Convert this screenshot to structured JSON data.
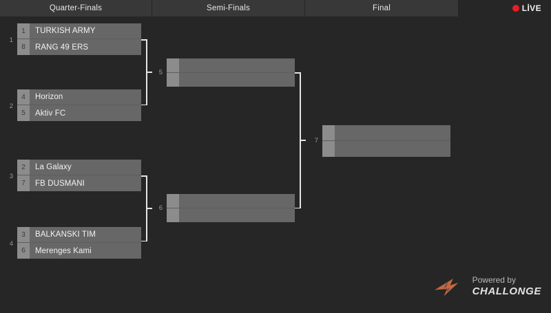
{
  "header": {
    "rounds": [
      {
        "label": "Quarter-Finals"
      },
      {
        "label": "Semi-Finals"
      },
      {
        "label": "Final"
      }
    ],
    "live": {
      "label": "LİVE",
      "dot_color": "#e81e20"
    }
  },
  "bracket": {
    "quarter_finals": [
      {
        "number": "1",
        "slots": [
          {
            "seed": "1",
            "team": "TURKISH ARMY"
          },
          {
            "seed": "8",
            "team": "RANG 49 ERS"
          }
        ]
      },
      {
        "number": "2",
        "slots": [
          {
            "seed": "4",
            "team": "Horizon"
          },
          {
            "seed": "5",
            "team": "Aktiv FC"
          }
        ]
      },
      {
        "number": "3",
        "slots": [
          {
            "seed": "2",
            "team": "La Galaxy"
          },
          {
            "seed": "7",
            "team": "FB DUSMANI"
          }
        ]
      },
      {
        "number": "4",
        "slots": [
          {
            "seed": "3",
            "team": "BALKANSKI TIM"
          },
          {
            "seed": "6",
            "team": "Merenges Kami"
          }
        ]
      }
    ],
    "semi_finals": [
      {
        "number": "5",
        "slots": [
          {
            "seed": "",
            "team": ""
          },
          {
            "seed": "",
            "team": ""
          }
        ]
      },
      {
        "number": "6",
        "slots": [
          {
            "seed": "",
            "team": ""
          },
          {
            "seed": "",
            "team": ""
          }
        ]
      }
    ],
    "final": [
      {
        "number": "7",
        "slots": [
          {
            "seed": "",
            "team": ""
          },
          {
            "seed": "",
            "team": ""
          }
        ]
      }
    ]
  },
  "footer": {
    "powered_by": "Powered by",
    "brand": "CHALLONGE"
  },
  "colors": {
    "background": "#262626",
    "header_bar": "#383838",
    "team_row": "#676767",
    "seed_cell": "#8c8c8c",
    "connector": "#e6e6e6",
    "live_red": "#e81e20",
    "brand_orange": "#c4673f"
  }
}
